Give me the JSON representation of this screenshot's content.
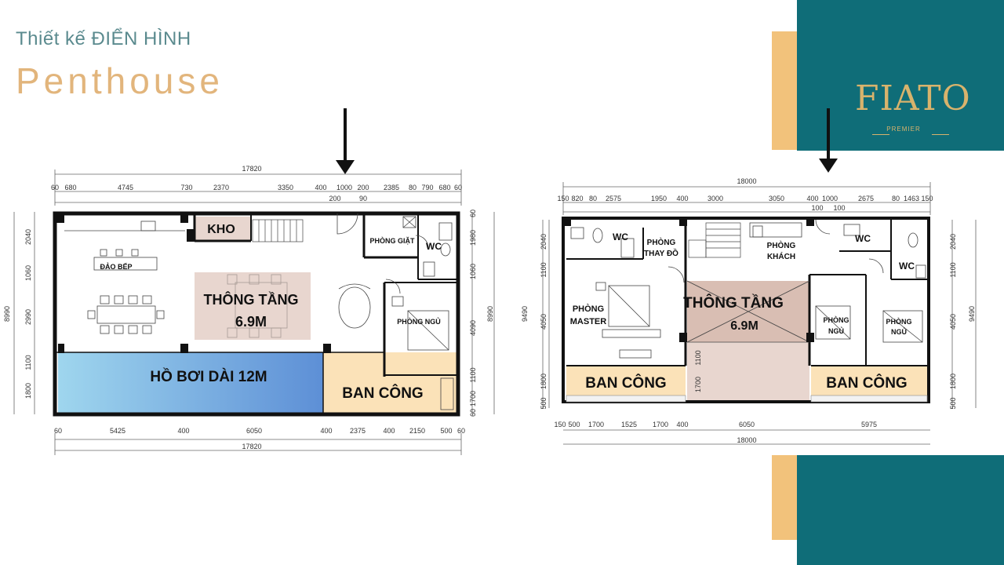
{
  "heading": {
    "line1": "Thiết kế ĐIỂN HÌNH",
    "line2": "Penthouse"
  },
  "logo": {
    "brand": "FIATO",
    "sub": "PREMIER"
  },
  "colors": {
    "teal": "#0f6d78",
    "gold": "#f2c27b",
    "pool": "#7fb6e6",
    "balcony": "#fbe2b8",
    "void": "#e8d6cf"
  },
  "plan_left": {
    "labels": {
      "kho": "KHO",
      "phong_giat": "PHÒNG GIẶT",
      "wc": "WC",
      "dao_bep": "ĐẢO BẾP",
      "thong_tang_1": "THÔNG TẦNG",
      "thong_tang_2": "6.9M",
      "phong_ngu": "PHÒNG  NGỦ",
      "ho_boi": "HỒ BƠI DÀI  12M",
      "ban_cong": "BAN CÔNG"
    },
    "dims_top_total": "17820",
    "dims_top": [
      "60",
      "680",
      "4745",
      "730",
      "2370",
      "3350",
      "400",
      "1000",
      "200",
      "2385",
      "80",
      "790",
      "680",
      "60"
    ],
    "dims_top_sub": [
      "200",
      "90"
    ],
    "dims_bottom": [
      "60",
      "5425",
      "400",
      "6050",
      "400",
      "2375",
      "400",
      "2150",
      "500",
      "60"
    ],
    "dims_bottom_total": "17820",
    "dims_left": [
      "2040",
      "1060",
      "2990",
      "1100",
      "1800"
    ],
    "dims_left_total": "8990",
    "dims_right": [
      "60",
      "1980",
      "1060",
      "4090",
      "1100",
      "1700",
      "60"
    ],
    "dims_right_total": "8990"
  },
  "plan_right": {
    "labels": {
      "wc_1": "WC",
      "phong_thay_do_1": "PHÒNG",
      "phong_thay_do_2": "THAY ĐỒ",
      "phong_khach_1": "PHÒNG",
      "phong_khach_2": "KHÁCH",
      "wc_2": "WC",
      "wc_3": "WC",
      "phong_master_1": "PHÒNG",
      "phong_master_2": "MASTER",
      "thong_tang_1": "THÔNG TẦNG",
      "thong_tang_2": "6.9M",
      "phong_ngu_a_1": "PHÒNG",
      "phong_ngu_a_2": "NGỦ",
      "phong_ngu_b_1": "PHÒNG",
      "phong_ngu_b_2": "NGỦ",
      "ban_cong_1": "BAN CÔNG",
      "ban_cong_2": "BAN CÔNG"
    },
    "dims_top_total": "18000",
    "dims_top": [
      "150",
      "820",
      "80",
      "2575",
      "1950",
      "400",
      "3000",
      "3050",
      "400",
      "1000",
      "2675",
      "80",
      "1463",
      "150"
    ],
    "dims_top_sub": [
      "100",
      "100"
    ],
    "dims_bottom": [
      "150",
      "500",
      "1700",
      "1525",
      "1700",
      "400",
      "6050",
      "5975"
    ],
    "dims_bottom_total": "18000",
    "dims_left": [
      "2040",
      "1100",
      "4050",
      "1800",
      "500"
    ],
    "dims_left_total": "9490",
    "dims_right": [
      "2040",
      "1100",
      "4050",
      "1800",
      "500"
    ],
    "dims_right_total": "9490",
    "dims_mid": [
      "1100",
      "1700"
    ]
  }
}
